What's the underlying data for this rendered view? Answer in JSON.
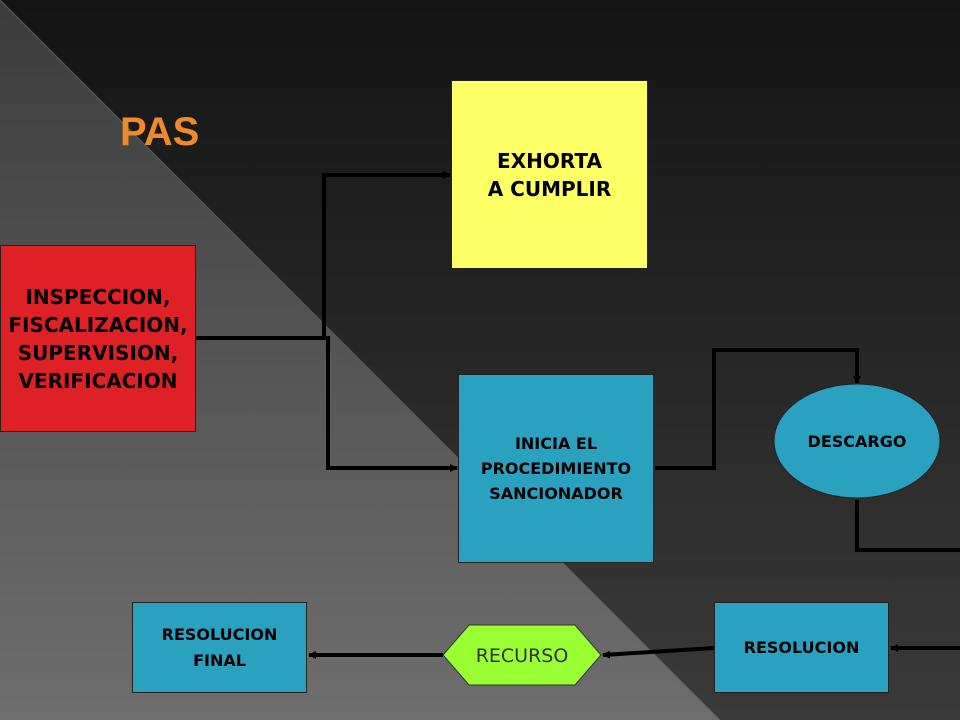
{
  "title": "PAS",
  "colors": {
    "title": "#ee8a2c",
    "inspeccion": "#dd2127",
    "exhorta": "#ffff66",
    "teal": "#2aa1bf",
    "recurso": "#99ff33"
  },
  "nodes": {
    "inspeccion": "INSPECCION,\nFISCALIZACION,\nSUPERVISION,\nVERIFICACION",
    "exhorta": "EXHORTA\nA CUMPLIR",
    "inicia": "INICIA EL\nPROCEDIMIENTO\nSANCIONADOR",
    "descargo": "DESCARGO",
    "resolucion": "RESOLUCION",
    "recurso": "RECURSO",
    "resolucion_final": "RESOLUCION\nFINAL"
  }
}
